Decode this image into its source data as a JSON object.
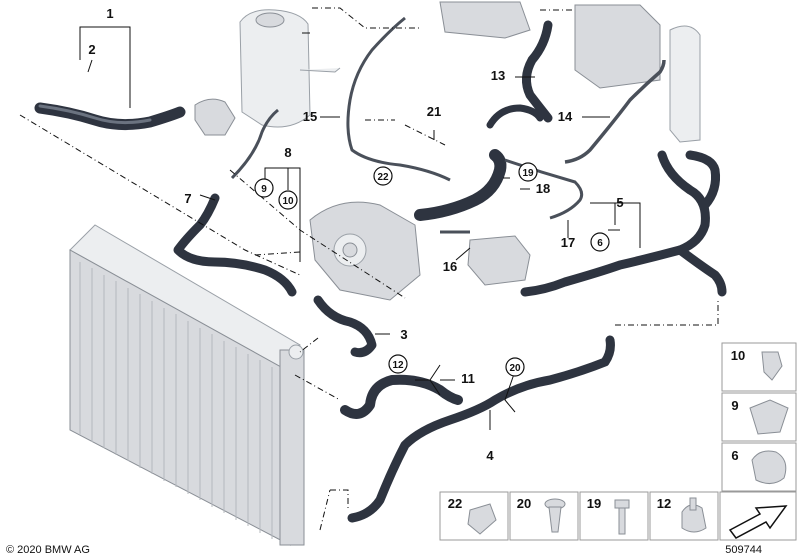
{
  "labels": {
    "n1": "1",
    "n2": "2",
    "n3": "3",
    "n4": "4",
    "n5": "5",
    "n6": "6",
    "n7": "7",
    "n8": "8",
    "n9": "9",
    "n10": "10",
    "n11": "11",
    "n12": "12",
    "n13": "13",
    "n14": "14",
    "n15": "15",
    "n16": "16",
    "n17": "17",
    "n18": "18",
    "n19": "19",
    "n20": "20",
    "n21": "21",
    "n22": "22"
  },
  "legend": {
    "side": [
      "10",
      "9",
      "6"
    ],
    "bottom": [
      "22",
      "20",
      "19",
      "12"
    ]
  },
  "footer": {
    "copyright": "© 2020 BMW AG",
    "diagram_id": "509744"
  }
}
